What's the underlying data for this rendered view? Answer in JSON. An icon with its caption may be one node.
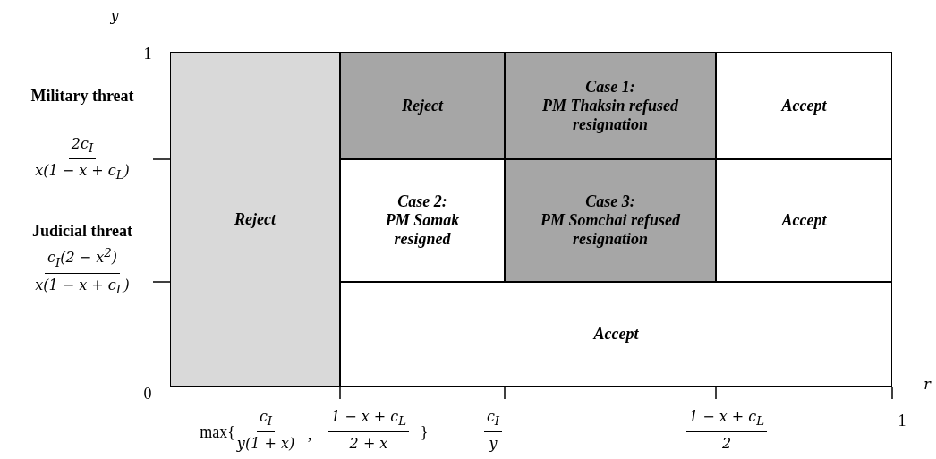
{
  "diagram": {
    "nodes": [
      {
        "text": [
          "Reject"
        ]
      },
      {
        "text": [
          "Reject"
        ]
      },
      {
        "text": [
          "Case 1:",
          "PM Thaksin refused resignation"
        ]
      },
      {
        "text": [
          "Accept"
        ]
      },
      {
        "text": [
          "Case 2:",
          "PM Samak resigned"
        ]
      },
      {
        "text": [
          "Case 3:",
          "PM Somchai refused resignation"
        ]
      },
      {
        "text": [
          "Accept"
        ]
      },
      {
        "text": [
          "Accept"
        ]
      }
    ],
    "labels": [
      "y",
      "1",
      "Military threat",
      "2c$_{I}$",
      "x(1 − x + c$_{L}$)",
      "Judicial threat",
      "c$_{I}$(2 − x$^{2}$)",
      "x(1 − x + c$_{L}$)",
      "0",
      "r",
      "max{",
      "c$_{I}$",
      "y(1 + x)",
      ",",
      "1 − x + c$_{L}$",
      "2 + x",
      "}",
      "c$_{I}$",
      "y",
      "1 − x + c$_{L}$",
      "2",
      "1"
    ]
  }
}
